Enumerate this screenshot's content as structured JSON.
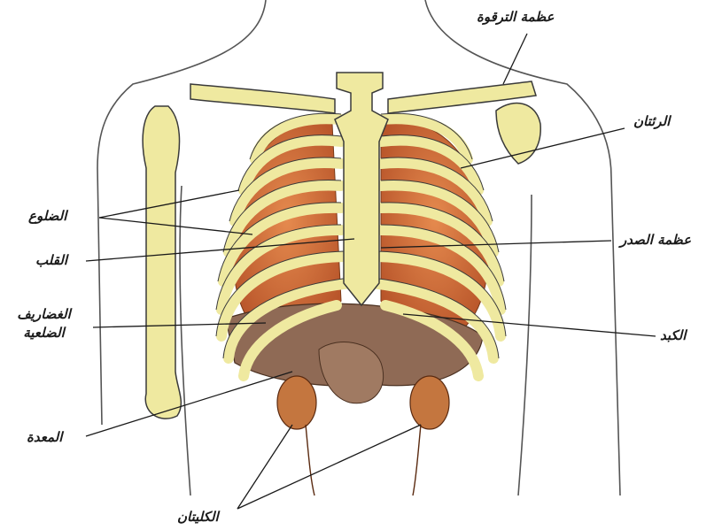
{
  "labels": {
    "clavicle": "عظمة الترقوة",
    "lungs": "الرئتان",
    "ribs": "الضلوع",
    "sternum": "عظمة الصدر",
    "heart": "القلب",
    "cartilage_line1": "الغضاريف",
    "cartilage_line2": "الضلعية",
    "liver": "الكبد",
    "stomach": "المعدة",
    "kidneys": "الكليتان"
  },
  "colors": {
    "bone": "#efe9a0",
    "bone_shade": "#c9c27a",
    "lung": "#d9773f",
    "liver": "#8f6a55",
    "outline": "#3a3a3a"
  }
}
